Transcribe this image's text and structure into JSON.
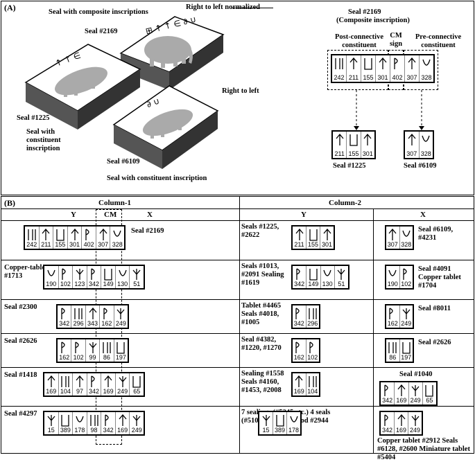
{
  "panelA": {
    "tag": "(A)",
    "composite_label": "Seal with composite inscriptions",
    "seal2169": "Seal #2169",
    "rtl_normalized": "Right to left  normalized",
    "rtl": "Right to left",
    "seal1225": "Seal #1225",
    "seal_constituent": "Seal with constituent inscription",
    "seal6109": "Seal #6109",
    "seal_constituent2": "Seal with constituent inscription",
    "right_title1": "Seal #2169",
    "right_title2": "(Composite inscription)",
    "post_conn": "Post-connective constituent",
    "cm_sign": "CM sign",
    "pre_conn": "Pre-connective constituent",
    "box_main": [
      "242",
      "211",
      "155",
      "301",
      "402",
      "307",
      "328"
    ],
    "box_1225": [
      "211",
      "155",
      "301"
    ],
    "box_6109": [
      "307",
      "328"
    ],
    "cap_1225": "Seal #1225",
    "cap_6109": "Seal #6109"
  },
  "panelB": {
    "tag": "(B)",
    "col1": "Column-1",
    "col2": "Column-2",
    "y": "Y",
    "cm": "CM",
    "x": "X",
    "rows": [
      {
        "left_label": "",
        "nums": [
          "242",
          "211",
          "155",
          "301",
          "402",
          "307",
          "328"
        ],
        "right_label": "Seal #2169",
        "y_label": "Seals #1225, #2622",
        "y_nums": [
          "211",
          "155",
          "301"
        ],
        "x_nums": [
          "307",
          "328"
        ],
        "x_label": "Seal #6109, #4231"
      },
      {
        "left_label": "Copper-tablet #1713",
        "nums": [
          "190",
          "102",
          "123",
          "342",
          "149",
          "130",
          "51"
        ],
        "right_label": "",
        "y_label": "Seals #1013, #2091 Sealing #1619",
        "y_nums": [
          "342",
          "149",
          "130",
          "51"
        ],
        "x_nums": [
          "190",
          "102"
        ],
        "x_label": "Seal #4091 Copper tablet #1704"
      },
      {
        "left_label": "Seal #2300",
        "nums": [
          "342",
          "296",
          "343",
          "162",
          "249"
        ],
        "right_label": "",
        "y_label": "Tablet #4465 Seals #4018, #1005",
        "y_nums": [
          "342",
          "296"
        ],
        "x_nums": [
          "162",
          "249"
        ],
        "x_label": "Seal #8011"
      },
      {
        "left_label": "Seal #2626",
        "nums": [
          "162",
          "102",
          "99",
          "86",
          "197"
        ],
        "right_label": "",
        "y_label": "Seal #4382, #1220, #1270",
        "y_nums": [
          "162",
          "102"
        ],
        "x_nums": [
          "86",
          "197"
        ],
        "x_label": "Seal #2626"
      },
      {
        "left_label": "Seal #1418",
        "nums": [
          "169",
          "104",
          "97",
          "342",
          "169",
          "249",
          "65"
        ],
        "right_label": "",
        "y_label": "Sealing #1558 Seals #4160, #1453, #2008",
        "y_nums": [
          "169",
          "104"
        ],
        "x_nums": [
          "342",
          "169",
          "249",
          "65"
        ],
        "x_label": "Seal #1040"
      },
      {
        "left_label": "Seal #4297",
        "nums": [
          "15",
          "389",
          "178",
          "98",
          "342",
          "169",
          "249"
        ],
        "right_label": "",
        "y_label": "7 sealings (#5245 etc.) 4 seals (#5105 etc.) Ivory rod #2944",
        "y_nums": [
          "15",
          "389",
          "178"
        ],
        "x_nums": [
          "342",
          "169",
          "249"
        ],
        "x_label": "Copper tablet #2912 Seals #6128, #2600 Miniature tablet #5404"
      }
    ]
  }
}
